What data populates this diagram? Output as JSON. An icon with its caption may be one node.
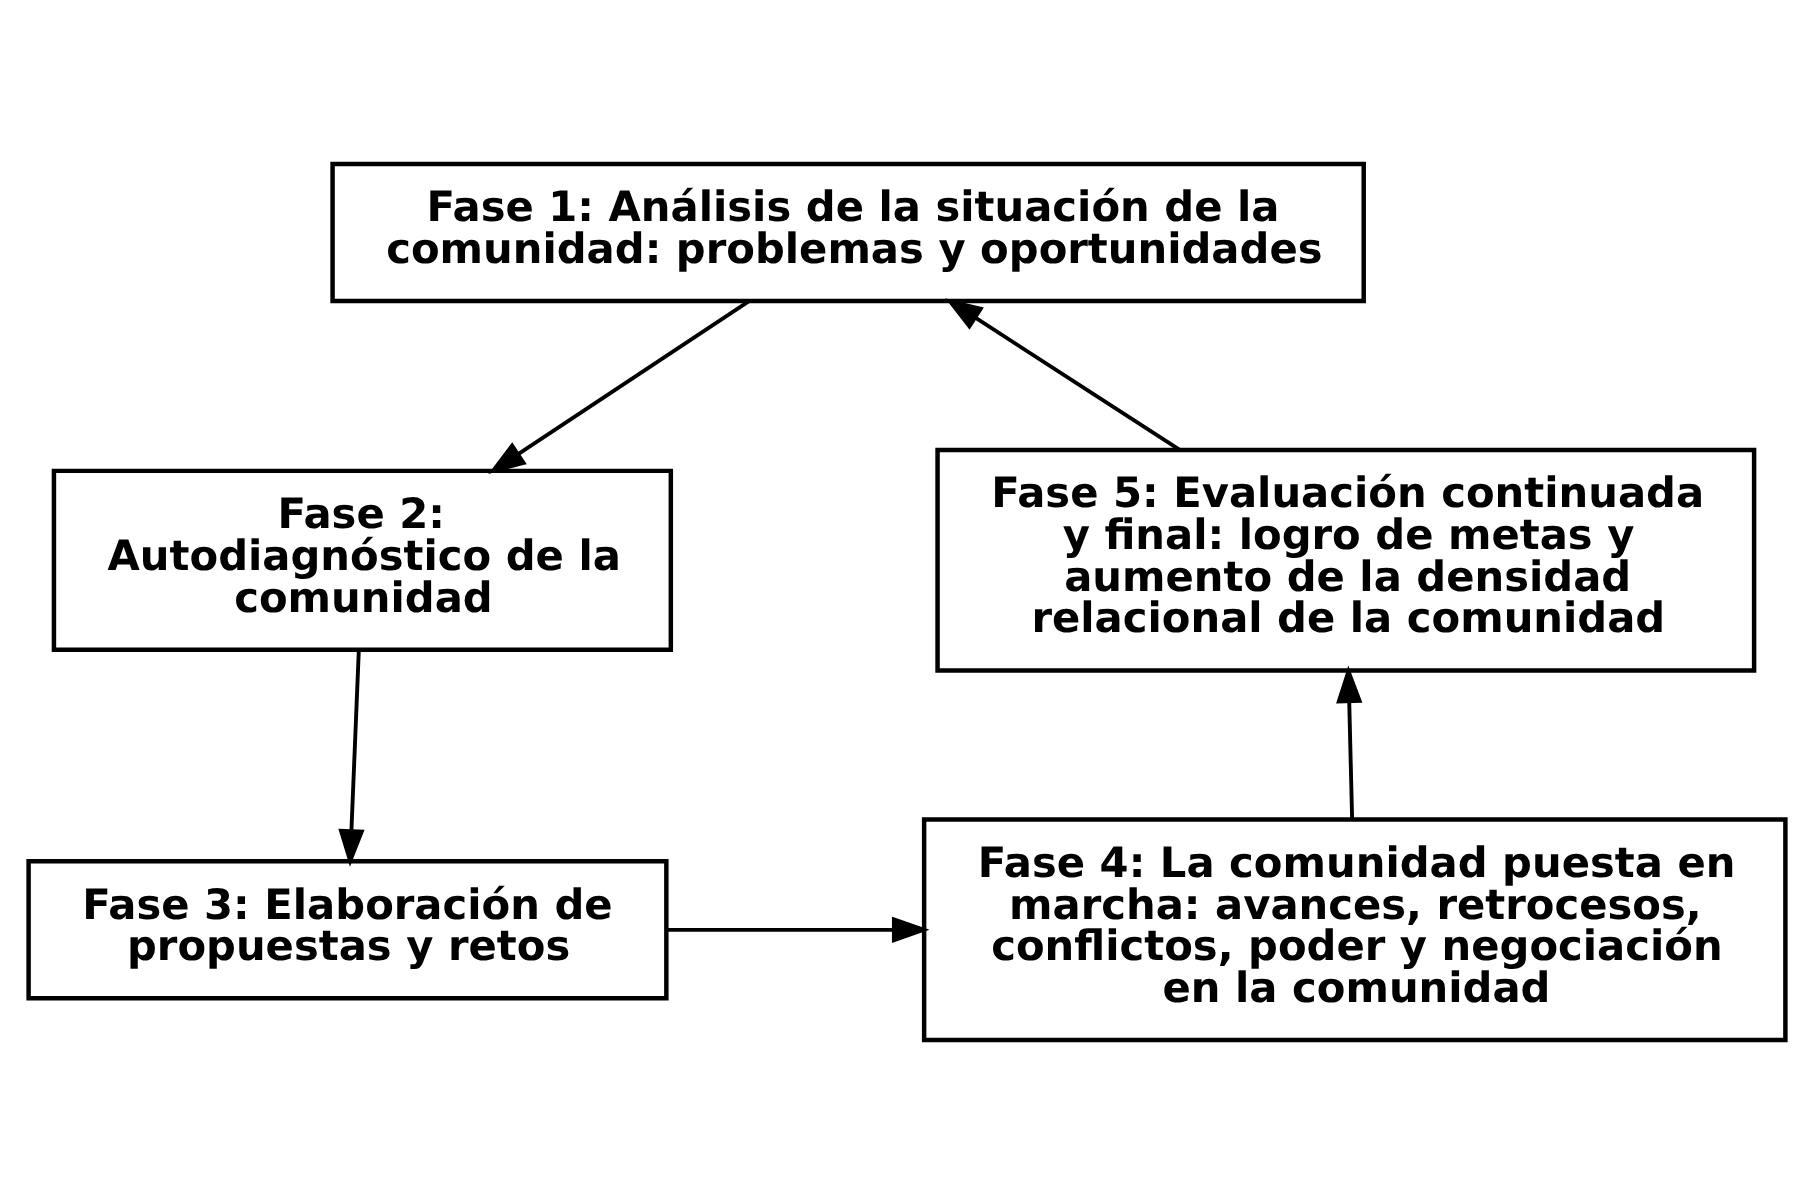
{
  "diagram": {
    "nodes": [
      {
        "text": [
          "Fase 1: Análisis de la situación de la comunidad: problemas y oportunidades"
        ]
      },
      {
        "text": [
          "Fase 2: Autodiagnóstico de la comunidad"
        ]
      },
      {
        "text": [
          "Fase 3: Elaboración de propuestas y retos"
        ]
      },
      {
        "text": [
          "Fase 4: La comunidad puesta en marcha: avances, retrocesos, conflictos, poder y negociación en la comunidad"
        ]
      },
      {
        "text": [
          "Fase 5: Evaluación continuada y final: logro de metas y aumento de la densidad relacional de la comunidad"
        ]
      }
    ],
    "edges": [
      {
        "from": 0,
        "to": 1,
        "arrow": "to"
      },
      {
        "from": 1,
        "to": 2,
        "arrow": "to"
      },
      {
        "from": 2,
        "to": 3,
        "arrow": "to"
      },
      {
        "from": 3,
        "to": 4,
        "arrow": "to"
      },
      {
        "from": 4,
        "to": 0,
        "arrow": "to"
      }
    ]
  }
}
